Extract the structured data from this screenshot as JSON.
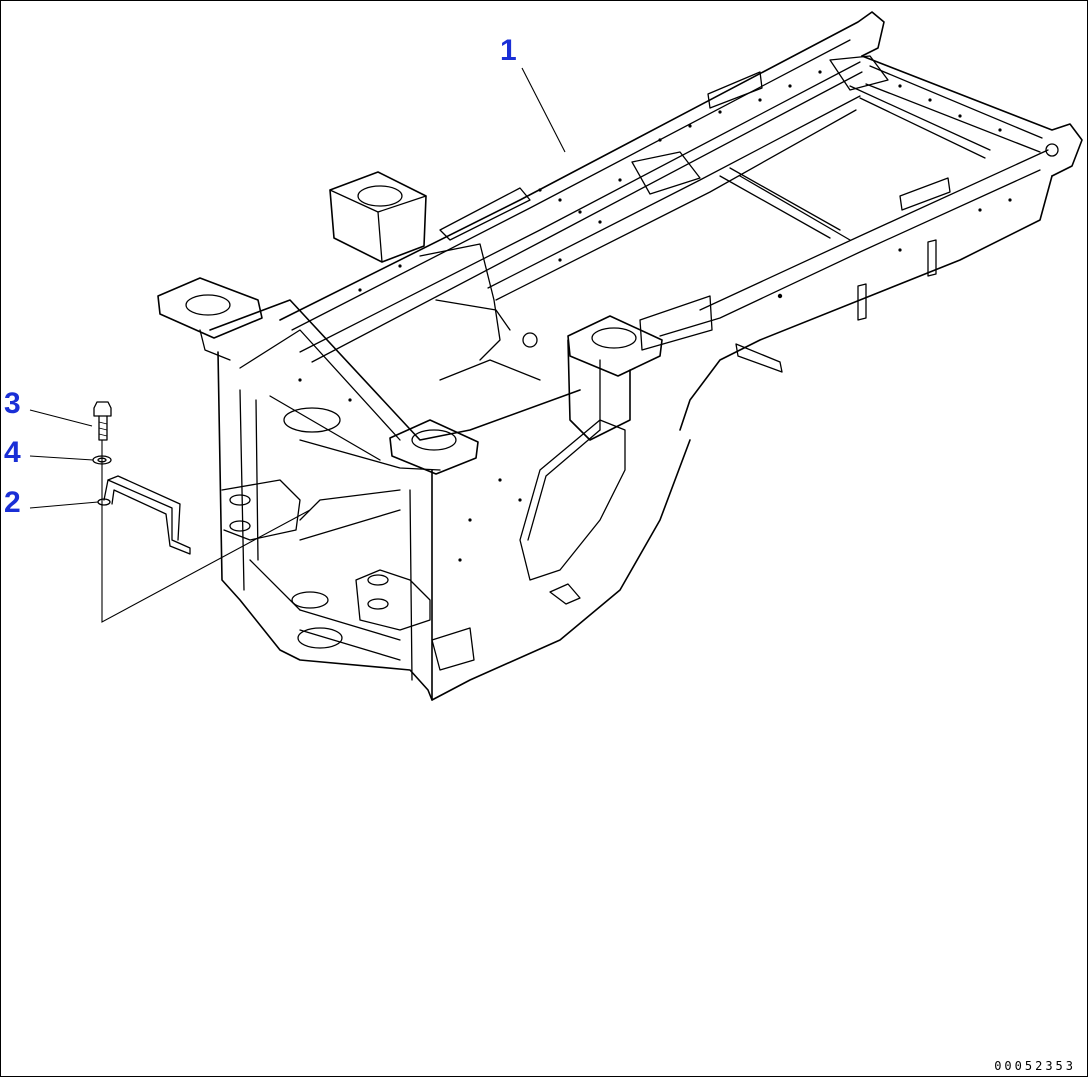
{
  "drawing": {
    "catalog_number": "00052353",
    "callout_color": "#1a2fd6",
    "line_color": "#000000"
  },
  "callouts": [
    {
      "id": "1",
      "label": "1",
      "part": "frame"
    },
    {
      "id": "3",
      "label": "3",
      "part": "bolt"
    },
    {
      "id": "4",
      "label": "4",
      "part": "washer"
    },
    {
      "id": "2",
      "label": "2",
      "part": "bracket"
    }
  ]
}
